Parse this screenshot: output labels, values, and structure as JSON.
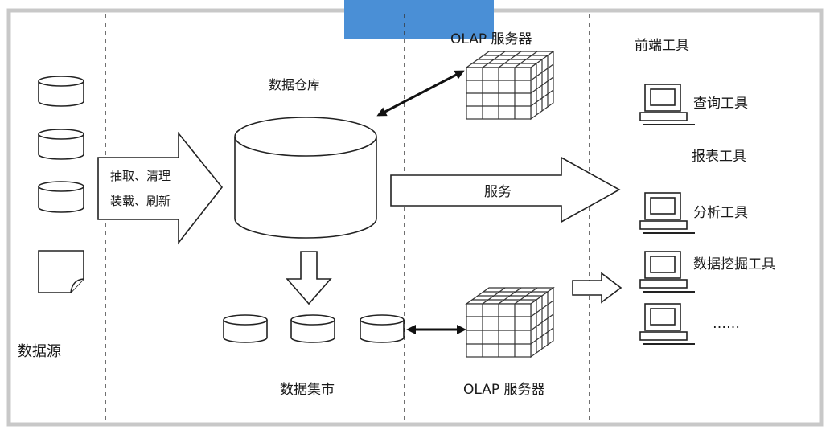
{
  "colors": {
    "frame": "#c8c8c8",
    "banner": "#4a8fd6",
    "stroke": "#222222",
    "background": "#ffffff"
  },
  "banner": {
    "text": ""
  },
  "sources": {
    "label": "数据源",
    "items": [
      "database-icon",
      "database-icon",
      "database-icon",
      "document-icon"
    ]
  },
  "etl": {
    "line1": "抽取、清理",
    "line2": "装载、刷新"
  },
  "warehouse": {
    "label": "数据仓库"
  },
  "marts": {
    "label": "数据集市",
    "count": 3
  },
  "olap_top": {
    "label": "OLAP 服务器"
  },
  "olap_bottom": {
    "label": "OLAP 服务器"
  },
  "service": {
    "label": "服务"
  },
  "frontend": {
    "title": "前端工具",
    "tools": [
      {
        "label": "查询工具",
        "icon": "computer-icon"
      },
      {
        "label": "报表工具",
        "icon": ""
      },
      {
        "label": "分析工具",
        "icon": "computer-icon"
      },
      {
        "label": "数据挖掘工具",
        "icon": "computer-icon"
      },
      {
        "label": "……",
        "icon": "computer-icon"
      }
    ]
  }
}
